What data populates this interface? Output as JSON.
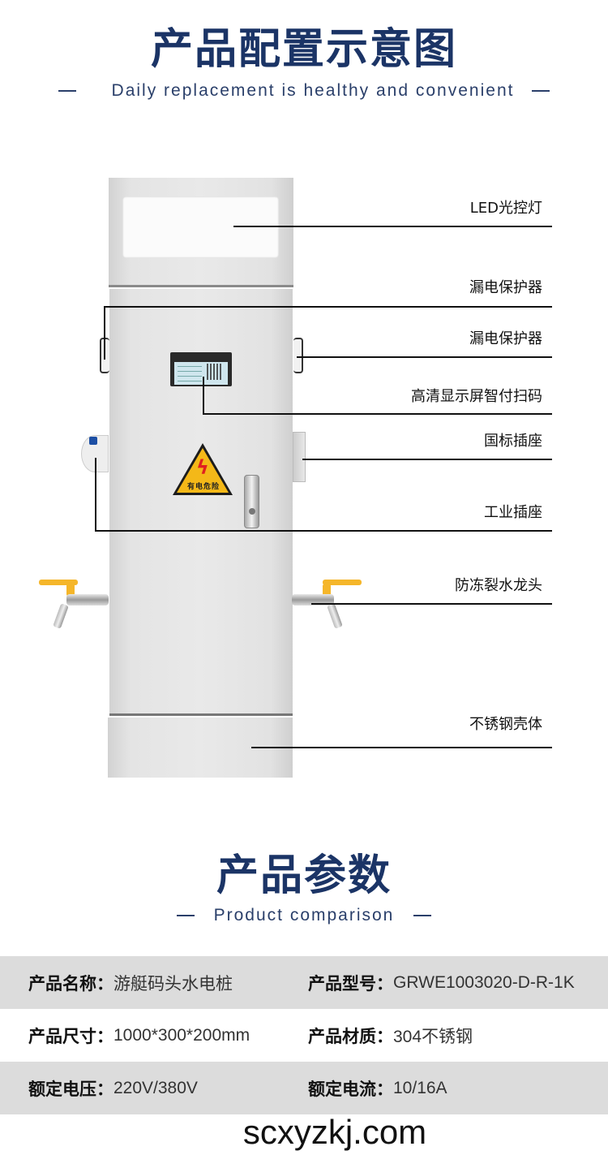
{
  "config_section": {
    "title": "产品配置示意图",
    "subtitle": "Daily replacement is healthy and convenient",
    "callouts": [
      {
        "label": "LED光控灯"
      },
      {
        "label": "漏电保护器"
      },
      {
        "label": "漏电保护器"
      },
      {
        "label": "高清显示屏智付扫码"
      },
      {
        "label": "国标插座"
      },
      {
        "label": "工业插座"
      },
      {
        "label": "防冻裂水龙头"
      },
      {
        "label": "不锈钢壳体"
      }
    ],
    "warning_sign_text": "有电危险",
    "warning_bolt": "ϟ"
  },
  "params_section": {
    "title": "产品参数",
    "subtitle": "Product comparison",
    "rows": [
      {
        "k1": "产品名称：",
        "v1": "游艇码头水电桩",
        "k2": "产品型号：",
        "v2": "GRWE1003020-D-R-1K"
      },
      {
        "k1": "产品尺寸：",
        "v1": "1000*300*200mm",
        "k2": "产品材质：",
        "v2": "304不锈钢"
      },
      {
        "k1": "额定电压：",
        "v1": "220V/380V",
        "k2": "额定电流：",
        "v2": "10/16A"
      }
    ]
  },
  "footer": {
    "watermark": "scxyzkj.com"
  },
  "colors": {
    "title": "#1b3466",
    "row_gray": "#dcdcdc",
    "tap_handle": "#f5b62a",
    "warning": "#f4b818"
  }
}
